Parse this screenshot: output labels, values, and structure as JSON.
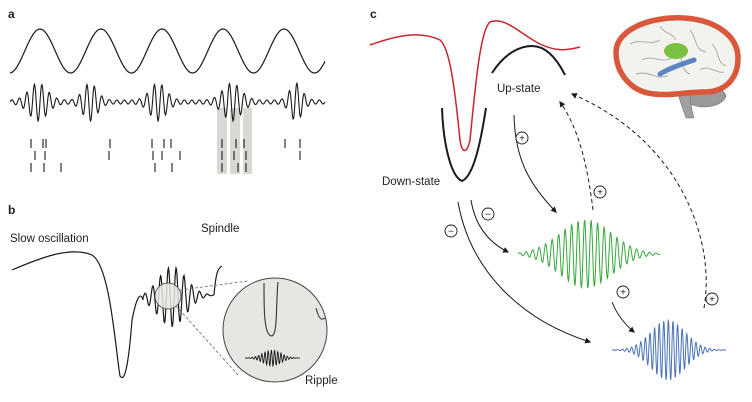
{
  "colors": {
    "ink": "#1a1a1a",
    "slow_red": "#c8262c",
    "spindle_green": "#35a93a",
    "ripple_blue": "#4a72b8",
    "highlight": "#d9d9d4",
    "brain_outline": "#d9573a",
    "hippocampus_green": "#7cc242",
    "thalamus_blue": "#5d85c4",
    "cerebellum_gray": "#9a9a9a"
  },
  "panels": {
    "a": {
      "label": "a"
    },
    "b": {
      "label": "b",
      "slow_oscillation": "Slow oscillation",
      "spindle": "Spindle",
      "ripple": "Ripple"
    },
    "c": {
      "label": "c",
      "up_state": "Up-state",
      "down_state": "Down-state",
      "plus": "+",
      "minus": "−"
    }
  }
}
